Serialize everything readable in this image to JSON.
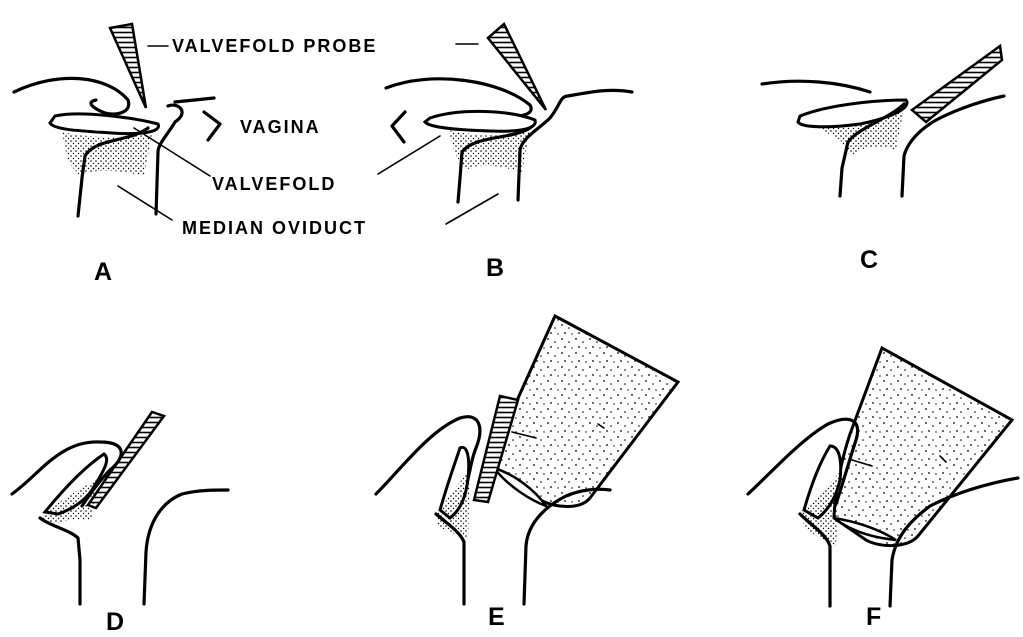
{
  "labels": {
    "probe": "VALVEFOLD PROBE",
    "vagina": "VAGINA",
    "valvefold": "VALVEFOLD",
    "median_oviduct": "MEDIAN OVIDUCT"
  },
  "panels": [
    "A",
    "B",
    "C",
    "D",
    "E",
    "F"
  ],
  "colors": {
    "ink": "#000000",
    "paper": "#ffffff"
  }
}
